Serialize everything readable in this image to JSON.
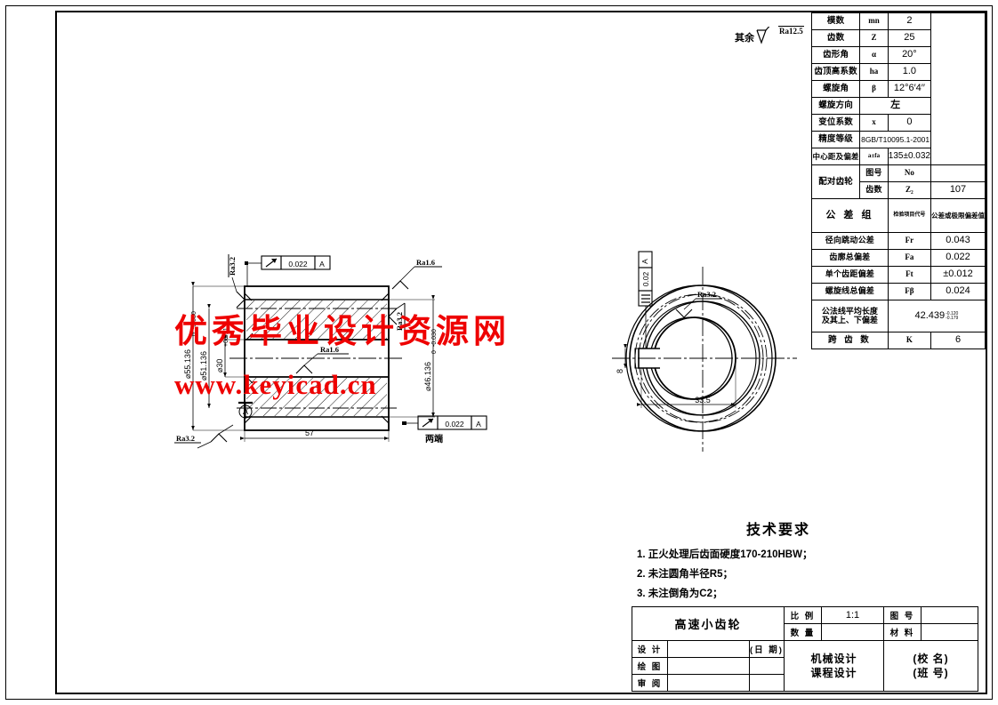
{
  "sheet": {
    "general_roughness_label": "其余",
    "general_roughness_value": "Ra12.5"
  },
  "param_table": {
    "rows": [
      {
        "name": "模数",
        "sym": "mn",
        "val": "2"
      },
      {
        "name": "齿数",
        "sym": "Z",
        "val": "25"
      },
      {
        "name": "齿形角",
        "sym": "α",
        "val": "20°"
      },
      {
        "name": "齿顶高系数",
        "sym": "ha",
        "val": "1.0"
      },
      {
        "name": "螺旋角",
        "sym": "β",
        "val": "12°6′4′′"
      },
      {
        "name": "螺旋方向",
        "sym": "",
        "val": "左"
      },
      {
        "name": "变位系数",
        "sym": "x",
        "val": "0"
      },
      {
        "name": "精度等级",
        "sym": "",
        "val": "8GB/T10095.1-2001"
      },
      {
        "name": "中心距及偏差",
        "sym": "a±fa",
        "val": "135±0.032"
      }
    ],
    "mating_gear": {
      "label": "配对齿轮",
      "drawing_no_label": "图号",
      "drawing_no_sym": "No",
      "drawing_no_val": "",
      "teeth_label": "齿数",
      "teeth_sym": "Z₂",
      "teeth_val": "107"
    },
    "tolerance_group": {
      "label": "公 差 组",
      "code_header": "检验项目代号",
      "value_header": "公差或极限偏差值",
      "rows": [
        {
          "name": "径向跳动公差",
          "sym": "Fr",
          "val": "0.043"
        },
        {
          "name": "齿廓总偏差",
          "sym": "Fa",
          "val": "0.022"
        },
        {
          "name": "单个齿距偏差",
          "sym": "Ft",
          "val": "±0.012"
        },
        {
          "name": "螺旋线总偏差",
          "sym": "Fβ",
          "val": "0.024"
        }
      ],
      "span_length": {
        "name_line1": "公法线平均长度",
        "name_line2": "及其上、下偏差",
        "val": "42.439",
        "upper": "-0.120",
        "lower": "-0.179"
      },
      "span_teeth": {
        "name": "跨 齿 数",
        "sym": "K",
        "val": "6"
      }
    }
  },
  "section_view": {
    "dim_od_outer": "⌀55.136",
    "dim_od_outer_tol_up": "0",
    "dim_od_outer_tol_lo": "-0.030",
    "dim_pitch": "⌀51.136",
    "dim_bore": "⌀30",
    "dim_bore_tol_up": "+0.021",
    "dim_bore_tol_lo": "0",
    "dim_root": "⌀46.136",
    "dim_root_tol_up": "0",
    "dim_root_tol_lo": "-0.030",
    "dim_width": "57",
    "datum_label": "A",
    "ra_flank": "Ra1.6",
    "ra_top_right": "Ra1.6",
    "ra_bore": "Ra1.6",
    "ra_end": "Ra3.2",
    "ra_left_vert": "Ra3.2",
    "ra_right_vert": "Ra3.2",
    "gtol_top": {
      "sym": "runout",
      "value": "0.022",
      "datum": "A"
    },
    "gtol_bottom": {
      "sym": "runout",
      "value": "0.022",
      "datum": "A",
      "note": "两端"
    }
  },
  "end_view": {
    "gtol_key": {
      "sym": "symmetry",
      "value": "0.02",
      "datum": "A"
    },
    "keyway_width": "8",
    "keyway_depth": "33.5",
    "ra_keyway": "Ra3.2"
  },
  "tech_req": {
    "title": "技术要求",
    "items": [
      "1. 正火处理后齿面硬度170-210HBW；",
      "2. 未注圆角半径R5；",
      "3. 未注倒角为C2；"
    ]
  },
  "title_block": {
    "part_name": "高速小齿轮",
    "scale_label": "比 例",
    "scale_value": "1:1",
    "drawing_no_label": "图 号",
    "drawing_no_value": "",
    "qty_label": "数 量",
    "qty_value": "",
    "material_label": "材 料",
    "material_value": "",
    "design_label": "设 计",
    "design_value": "",
    "draw_label": "绘 图",
    "draw_value": "",
    "review_label": "审 阅",
    "review_value": "",
    "date_label": "(日 期)",
    "course_line1": "机械设计",
    "course_line2": "课程设计",
    "school_line1": "(校 名)",
    "school_line2": "(班 号)"
  },
  "watermark": {
    "cn_text": "优秀毕业设计资源网",
    "url_text": "www.keyicad.cn",
    "color": "#ee0000"
  }
}
